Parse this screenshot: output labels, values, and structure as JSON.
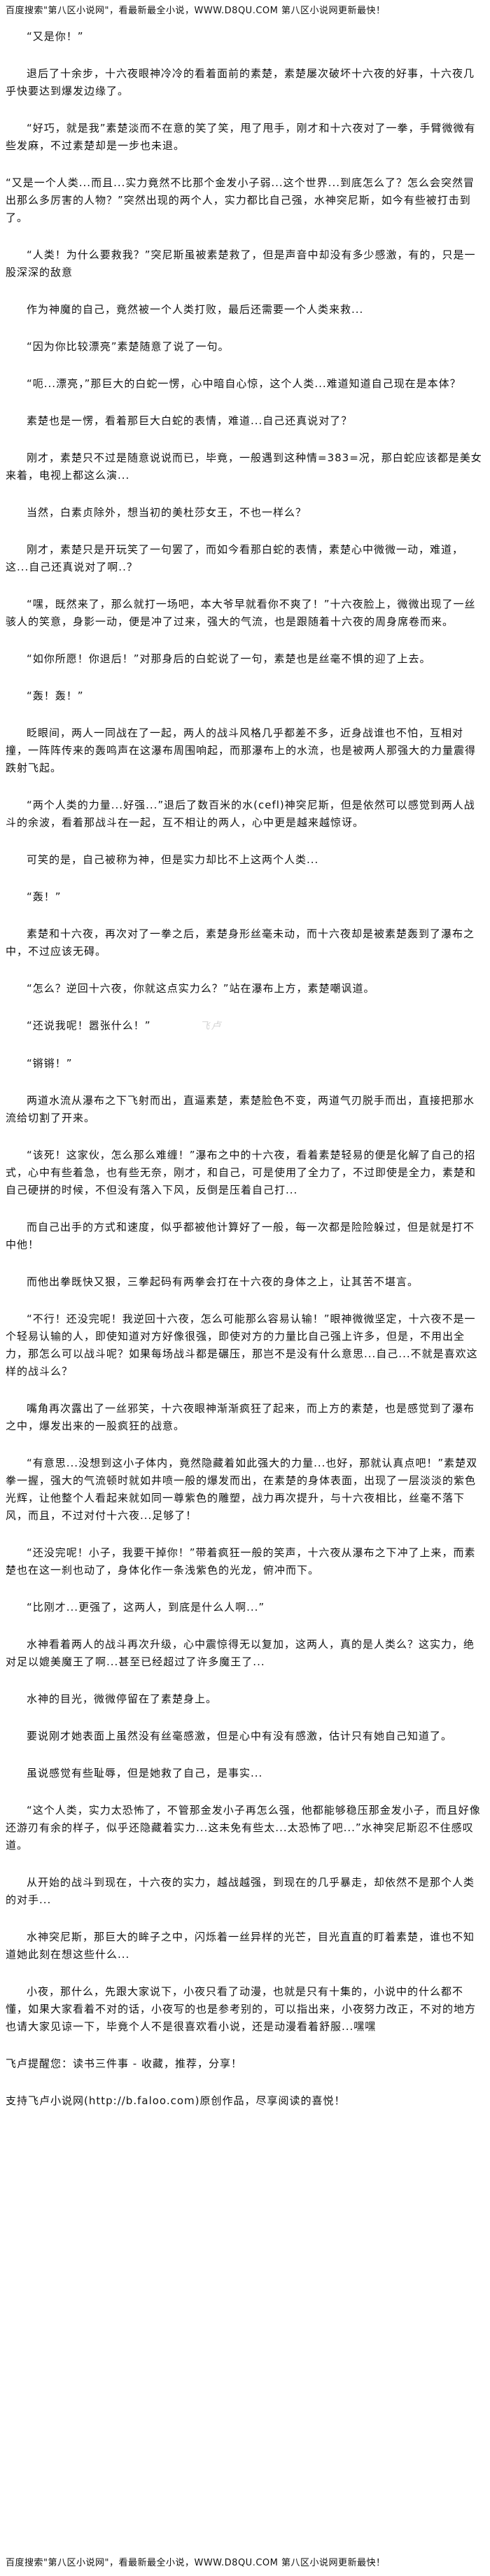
{
  "header_banner": "百度搜索\"第八区小说网\"，看最新最全小说，WWW.D8QU.COM  第八区小说网更新最快！",
  "paragraphs": [
    "“又是你！”",
    "退后了十余步，十六夜眼神冷冷的看着面前的素楚，素楚屡次破坏十六夜的好事，十六夜几乎快要达到爆发边缘了。",
    "“好巧，就是我”素楚淡而不在意的笑了笑，甩了甩手，刚才和十六夜对了一拳，手臂微微有些发麻，不过素楚却是一步也未退。",
    "“又是一个人类...而且...实力竟然不比那个金发小子弱...这个世界...到底怎么了？怎么会突然冒出那么多厉害的人物？”突然出现的两个人，实力都比自己强，水神突尼斯，如今有些被打击到了。",
    "“人类！为什么要救我？”突尼斯虽被素楚救了，但是声音中却没有多少感激，有的，只是一股深深的敌意",
    "作为神魔的自己，竟然被一个人类打败，最后还需要一个人类来救...",
    "“因为你比较漂亮”素楚随意了说了一句。",
    "“呃...漂亮，”那巨大的白蛇一愣，心中暗自心惊，这个人类...难道知道自己现在是本体？",
    "素楚也是一愣，看着那巨大白蛇的表情，难道...自己还真说对了？",
    "刚才，素楚只不过是随意说说而已，毕竟，一般遇到这种情=383=况，那白蛇应该都是美女来着，电视上都这么演...",
    "当然，白素贞除外，想当初的美杜莎女王，不也一样么？",
    "刚才，素楚只是开玩笑了一句罢了，而如今看那白蛇的表情，素楚心中微微一动，难道，这...自己还真说对了啊..？",
    "“嘿，既然来了，那么就打一场吧，本大爷早就看你不爽了！”十六夜脸上，微微出现了一丝骇人的笑意，身影一动，便是冲了过来，强大的气流，也是跟随着十六夜的周身席卷而来。",
    "“如你所愿！你退后！”对那身后的白蛇说了一句，素楚也是丝毫不惧的迎了上去。",
    "“轰！轰！”",
    "眨眼间，两人一同战在了一起，两人的战斗风格几乎都差不多，近身战谁也不怕，互相对撞，一阵阵传来的轰鸣声在这瀑布周围响起，而那瀑布上的水流，也是被两人那强大的力量震得跌射飞起。",
    "“两个人类的力量...好强...”退后了数百米的水(cefl)神突尼斯，但是依然可以感觉到两人战斗的余波，看着那战斗在一起，互不相让的两人，心中更是越来越惊讶。",
    "可笑的是，自己被称为神，但是实力却比不上这两个人类...",
    "“轰！”",
    "素楚和十六夜，再次对了一拳之后，素楚身形丝毫未动，而十六夜却是被素楚轰到了瀑布之中，不过应该无碍。",
    "“怎么？逆回十六夜，你就这点实力么？”站在瀑布上方，素楚嘲讽道。",
    "“还说我呢！嚣张什么！”",
    "“锵锵！”",
    "两道水流从瀑布之下飞射而出，直逼素楚，素楚脸色不变，两道气刃脱手而出，直接把那水流给切割了开来。",
    "“该死！这家伙，怎么那么难缠！”瀑布之中的十六夜，看着素楚轻易的便是化解了自己的招式，心中有些着急，也有些无奈，刚才，和自己，可是使用了全力了，不过即使是全力，素楚和自己硬拼的时候，不但没有落入下风，反倒是压着自己打...",
    "而自己出手的方式和速度，似乎都被他计算好了一般，每一次都是险险躲过，但是就是打不中他！",
    "而他出拳既快又狠，三拳起码有两拳会打在十六夜的身体之上，让其苦不堪言。",
    "“不行！还没完呢！我逆回十六夜，怎么可能那么容易认输！”眼神微微坚定，十六夜不是一个轻易认输的人，即使知道对方好像很强，即使对方的力量比自己强上许多，但是，不用出全力，那怎么可以战斗呢？如果每场战斗都是碾压，那岂不是没有什么意思...自己...不就是喜欢这样的战斗么？",
    "嘴角再次露出了一丝邪笑，十六夜眼神渐渐疯狂了起来，而上方的素楚，也是感觉到了瀑布之中，爆发出来的一股疯狂的战意。",
    "“有意思...没想到这小子体内，竟然隐藏着如此强大的力量...也好，那就认真点吧！”素楚双拳一握，强大的气流顿时就如井喷一般的爆发而出，在素楚的身体表面，出现了一层淡淡的紫色光辉，让他整个人看起来就如同一尊紫色的雕塑，战力再次提升，与十六夜相比，丝毫不落下风，而且，不过对付十六夜...足够了！",
    "“还没完呢！小子，我要干掉你！”带着疯狂一般的笑声，十六夜从瀑布之下冲了上来，而素楚也在这一刹也动了，身体化作一条浅紫色的光龙，俯冲而下。",
    "“比刚才...更强了，这两人，到底是什么人啊...”",
    "水神看着两人的战斗再次升级，心中震惊得无以复加，这两人，真的是人类么？这实力，绝对足以媲美魔王了啊...甚至已经超过了许多魔王了...",
    "水神的目光，微微停留在了素楚身上。",
    "要说刚才她表面上虽然没有丝毫感激，但是心中有没有感激，估计只有她自己知道了。",
    "虽说感觉有些耻辱，但是她救了自己，是事实...",
    "“这个人类，实力太恐怖了，不管那金发小子再怎么强，他都能够稳压那金发小子，而且好像还游刃有余的样子，似乎还隐藏着实力...这未免有些太...太恐怖了吧...”水神突尼斯忍不住感叹道。",
    "从开始的战斗到现在，十六夜的实力，越战越强，到现在的几乎暴走，却依然不是那个人类的对手...",
    "水神突尼斯，那巨大的眸子之中，闪烁着一丝异样的光芒，目光直直的盯着素楚，谁也不知道她此刻在想这些什么..."
  ],
  "watermark": "飞卢",
  "author_note": "小夜，那什么，先跟大家说下，小夜只看了动漫，也就是只有十集的，小说中的什么都不懂，如果大家看着不对的话，小夜写的也是参考别的，可以指出来，小夜努力改正，不对的地方也请大家见谅一下，毕竟个人不是很喜欢看小说，还是动漫看着舒服...嘿嘿",
  "reading_tip": "飞卢提醒您：读书三件事 - 收藏，推荐，分享！",
  "support_notice": "支持飞卢小说网(http://b.faloo.com)原创作品，尽享阅读的喜悦！",
  "footer_banner": "百度搜索\"第八区小说网\"，看最新最全小说，WWW.D8QU.COM  第八区小说网更新最快！",
  "colors": {
    "text": "#111111",
    "background": "#ffffff",
    "watermark": "#d4d4d4"
  }
}
